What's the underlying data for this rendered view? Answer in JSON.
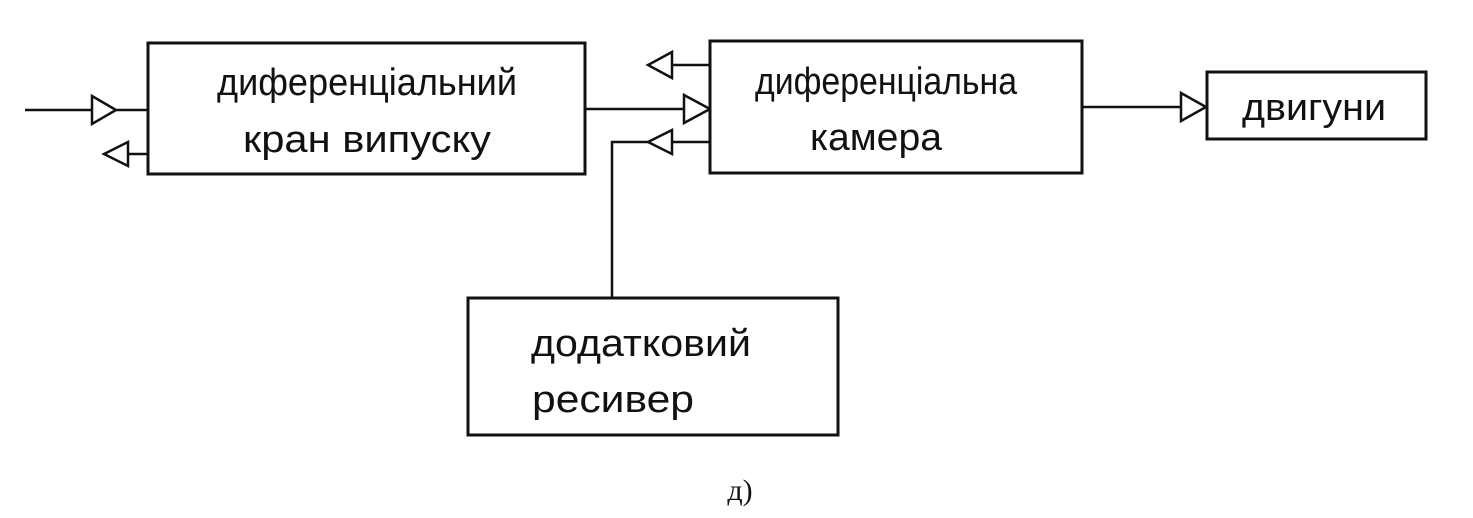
{
  "blocks": {
    "valve": {
      "line1": "диференціальний",
      "line2": "кран випуску"
    },
    "chamber": {
      "line1": "диференціальна",
      "line2": "камера"
    },
    "engines": {
      "line1": "двигуни"
    },
    "receiver": {
      "line1": "додатковий",
      "line2": "ресивер"
    }
  },
  "caption": "д)"
}
